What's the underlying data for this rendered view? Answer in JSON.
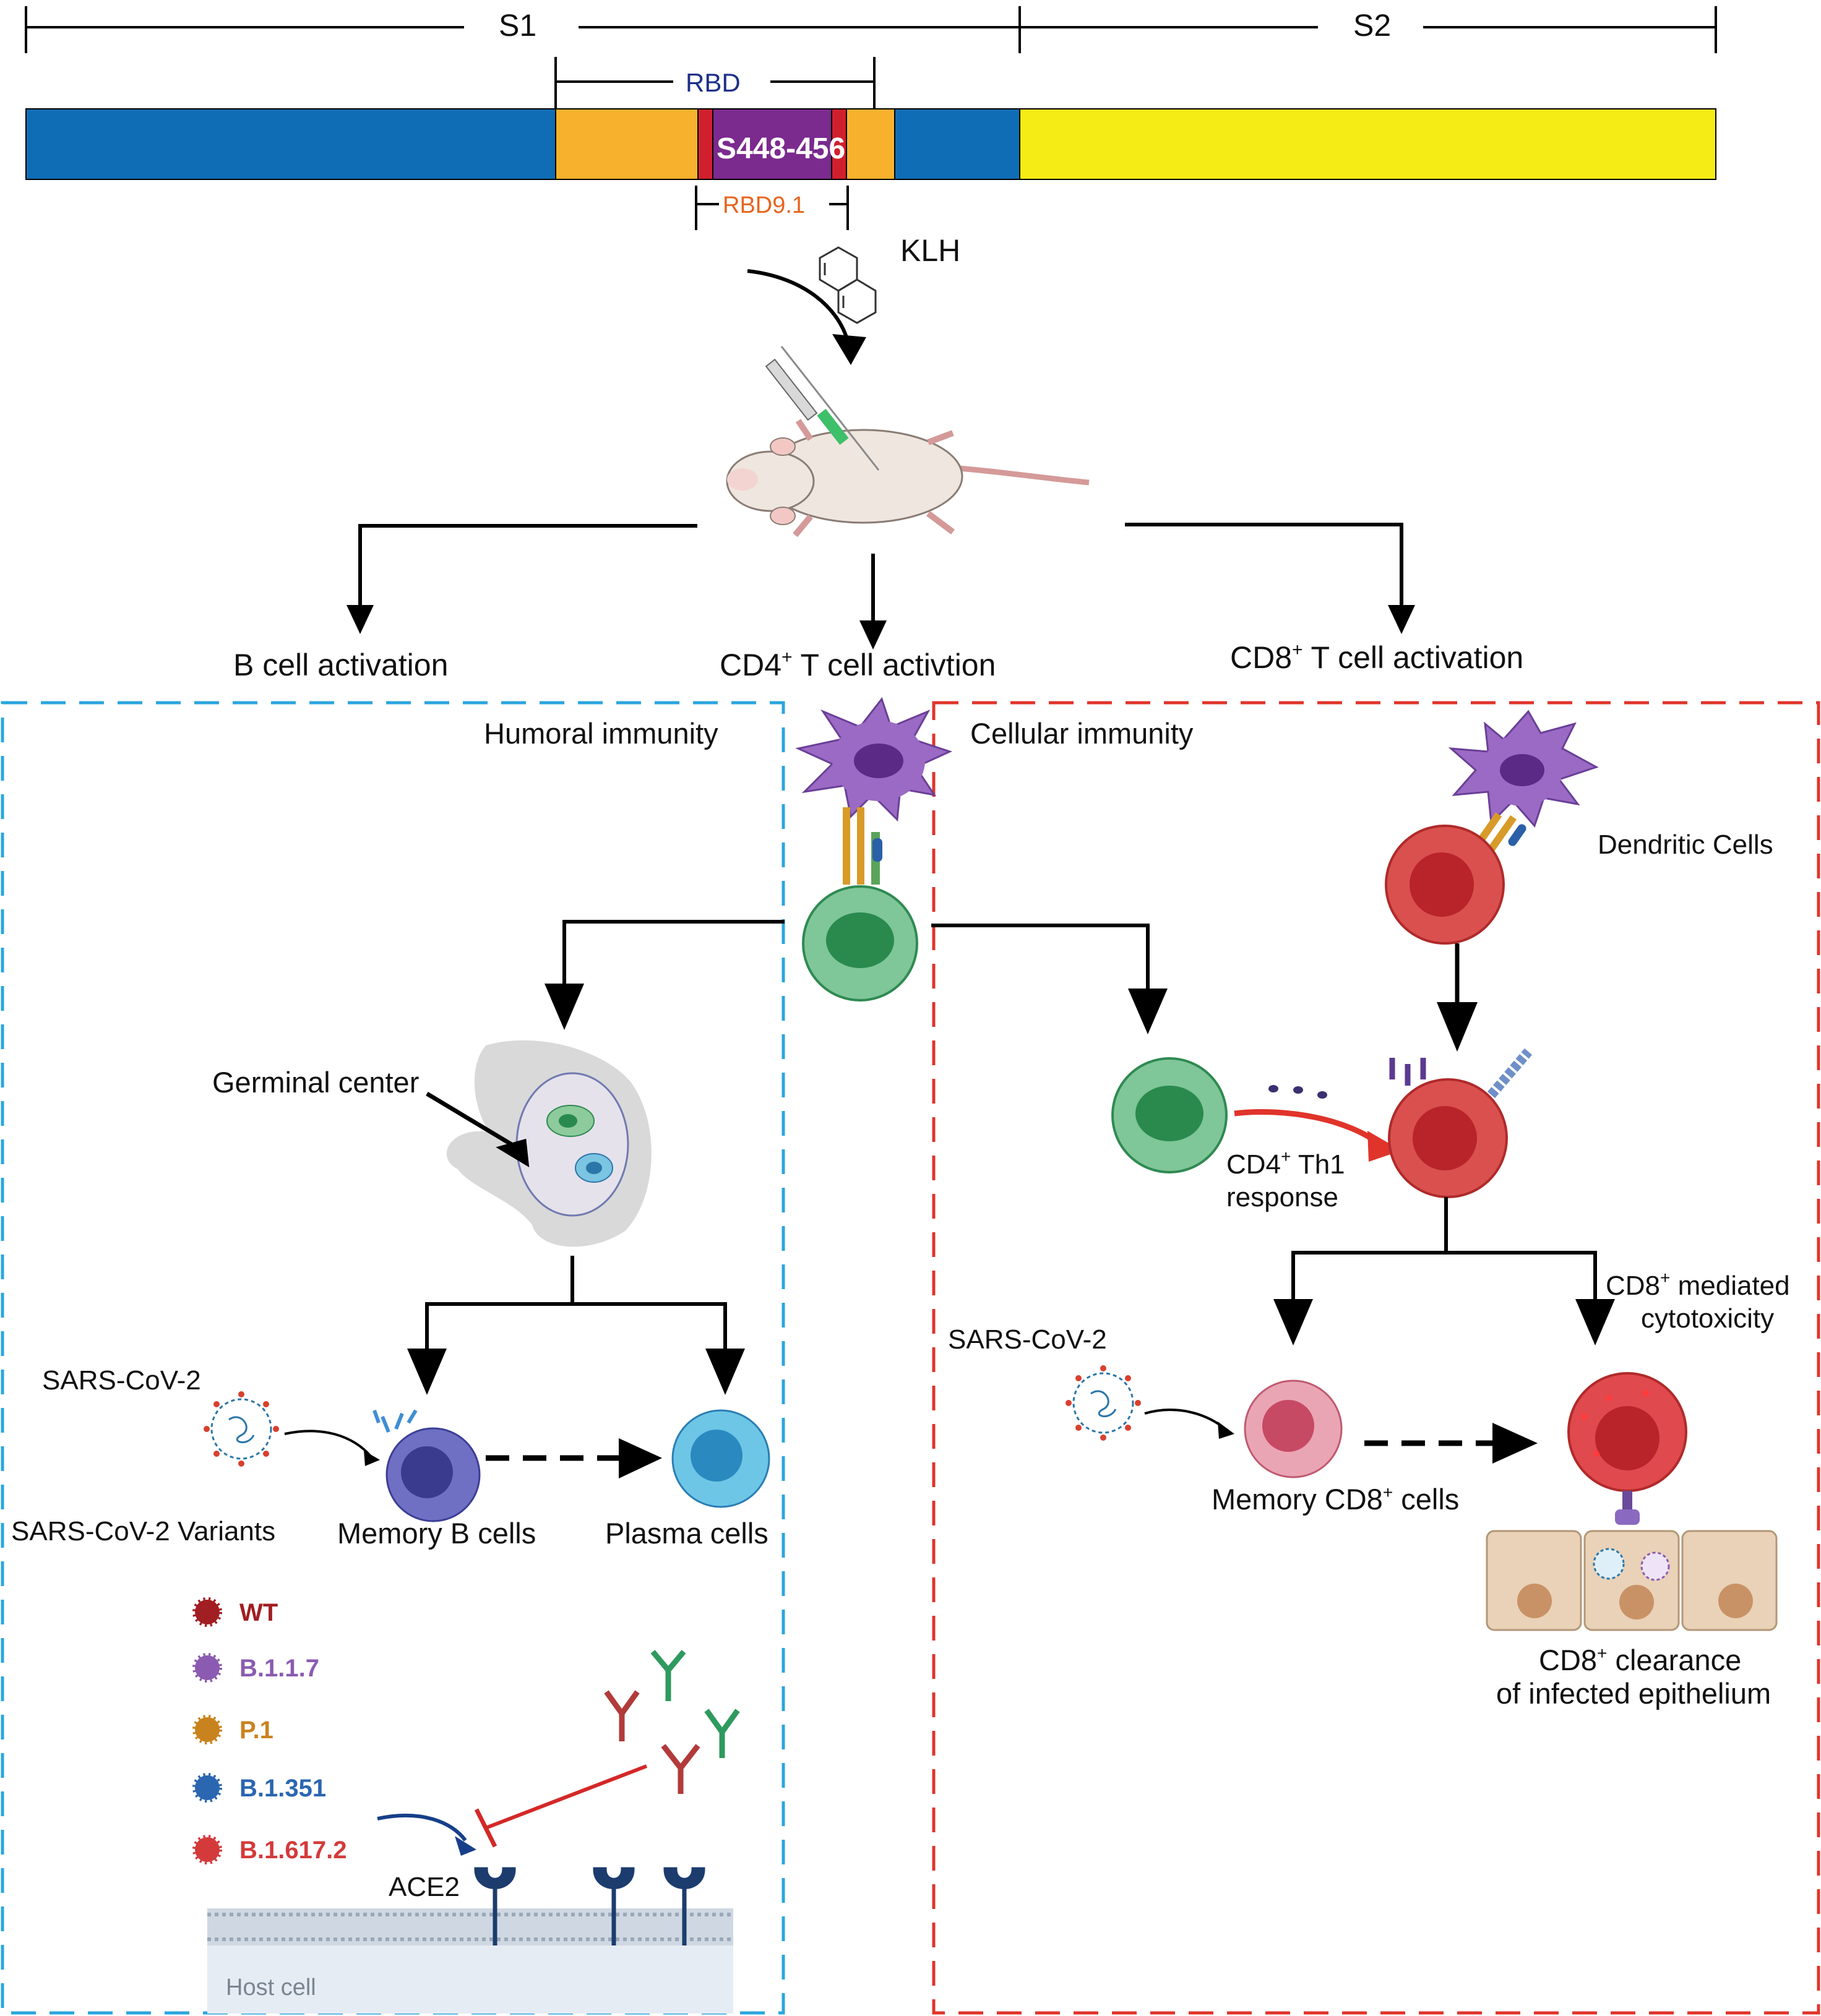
{
  "protein_map": {
    "s1_label": "S1",
    "s2_label": "S2",
    "rbd_label": "RBD",
    "epitope_label": "S448-456",
    "rbd91_label": "RBD9.1",
    "carrier_label": "KLH",
    "colors": {
      "ntd": "#0f6db6",
      "rbd": "#f7b12d",
      "epitope": "#7b2a8e",
      "flank": "#d0202e",
      "s2": "#f6ec15"
    }
  },
  "activation": {
    "b_cell": "B cell activation",
    "cd4": "CD4",
    "cd4_rest": " T cell activtion",
    "cd8": "CD8",
    "cd8_rest": " T cell activation"
  },
  "humoral": {
    "title": "Humoral immunity",
    "germinal_center": "Germinal center",
    "virus": "SARS-CoV-2",
    "variants_title": "SARS-CoV-2 Variants",
    "memory_b": "Memory B cells",
    "plasma": "Plasma cells",
    "variants": [
      {
        "name": "WT",
        "color": "#a11e22"
      },
      {
        "name": "B.1.1.7",
        "color": "#8a5bb0"
      },
      {
        "name": "P.1",
        "color": "#c9831e"
      },
      {
        "name": "B.1.351",
        "color": "#2b66b0"
      },
      {
        "name": "B.1.617.2",
        "color": "#d43a3a"
      }
    ],
    "ace2": "ACE2",
    "host_cell": "Host cell",
    "box_color": "#2aa6de"
  },
  "cellular": {
    "title": "Cellular immunity",
    "dendritic": "Dendritic Cells",
    "th1_line1": "CD4",
    "th1_line1_rest": " Th1",
    "th1_line2": "response",
    "cyto_line1_sup": "CD8",
    "cyto_line1_rest": " mediated",
    "cyto_line2": "cytotoxicity",
    "virus": "SARS-CoV-2",
    "memory_cd8": "Memory CD8",
    "memory_cd8_rest": " cells",
    "clearance_line1": "CD8",
    "clearance_line1_rest": " clearance",
    "clearance_line2": "of infected epithelium",
    "box_color": "#e0342b"
  },
  "plus": "+"
}
